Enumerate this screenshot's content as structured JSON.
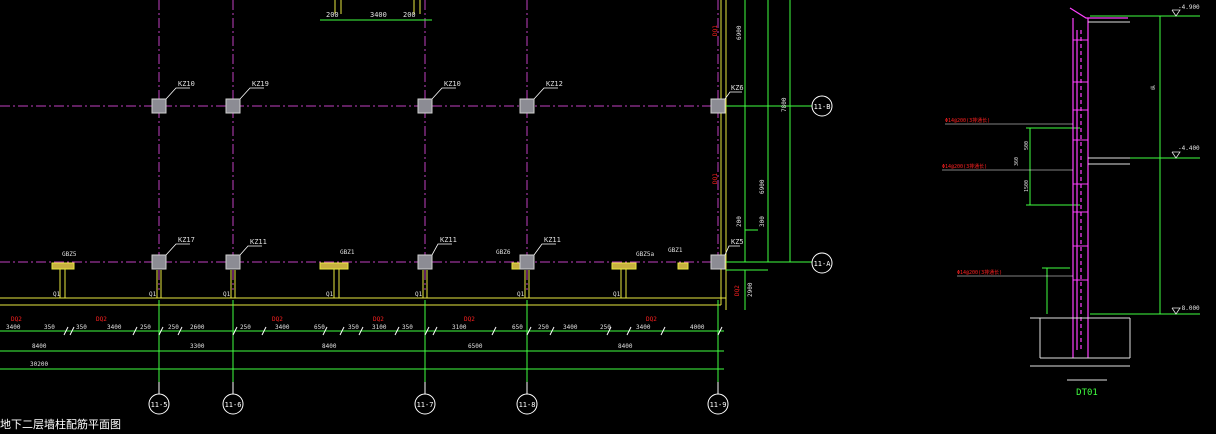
{
  "colors": {
    "background": "#000000",
    "grid_axis": "#c040c0",
    "wall": "#e8e840",
    "dimension": "#40ff40",
    "dim_text": "#e0e0e0",
    "red_label": "#ff2020",
    "column": "#8c8c94",
    "axis_bubble": "#ffffff",
    "section_wall": "#ff40ff"
  },
  "plan": {
    "title": "地下二层墙柱配筋平面图",
    "top_dims": [
      "200",
      "3400",
      "200"
    ],
    "column_tags_row_b": [
      "KZ10",
      "KZ19",
      "KZ10",
      "KZ12",
      "KZ6"
    ],
    "column_tags_row_a": [
      "KZ17",
      "KZ11",
      "KZ11",
      "KZ11",
      "KZ5"
    ],
    "stub_tags": [
      "GBZ5",
      "GBZ1",
      "GBZ6",
      "GBZ5a",
      "GBZ1"
    ],
    "wall_tags": [
      "Q1",
      "Q1",
      "Q1",
      "Q1",
      "Q1",
      "Q1",
      "Q1"
    ],
    "dq_tags": [
      "DQ2",
      "DQ2",
      "DQ2",
      "DQ2",
      "DQ2",
      "DQ2"
    ],
    "dim_row1": [
      "3400",
      "350",
      "350",
      "3400",
      "250",
      "250",
      "2600",
      "250",
      "3400",
      "650",
      "350",
      "3100",
      "350",
      "3100",
      "650",
      "3400",
      "250",
      "250",
      "3400",
      "4000"
    ],
    "dim_row2": [
      "8400",
      "3300",
      "8400",
      "6500",
      "8400"
    ],
    "total_dim": "30200",
    "right_dims": [
      "6900",
      "7800",
      "6900",
      "200",
      "300",
      "2900"
    ],
    "right_wall_tags": [
      "DQ1",
      "DQ1",
      "DQ2"
    ],
    "axes_bottom": [
      "11-5",
      "11-6",
      "11-7",
      "11-8",
      "11-9"
    ],
    "axes_right": [
      "11-B",
      "11-A"
    ]
  },
  "section": {
    "label": "DT01",
    "elevations": [
      "-4.900",
      "-4.400",
      "-8.000"
    ],
    "red_notes": [
      "Φ14@200(3排通长)",
      "Φ14@200(3排通长)",
      "Φ14@200(3排通长)"
    ],
    "white_dims": [
      "500",
      "360",
      "1500",
      "纵"
    ]
  }
}
